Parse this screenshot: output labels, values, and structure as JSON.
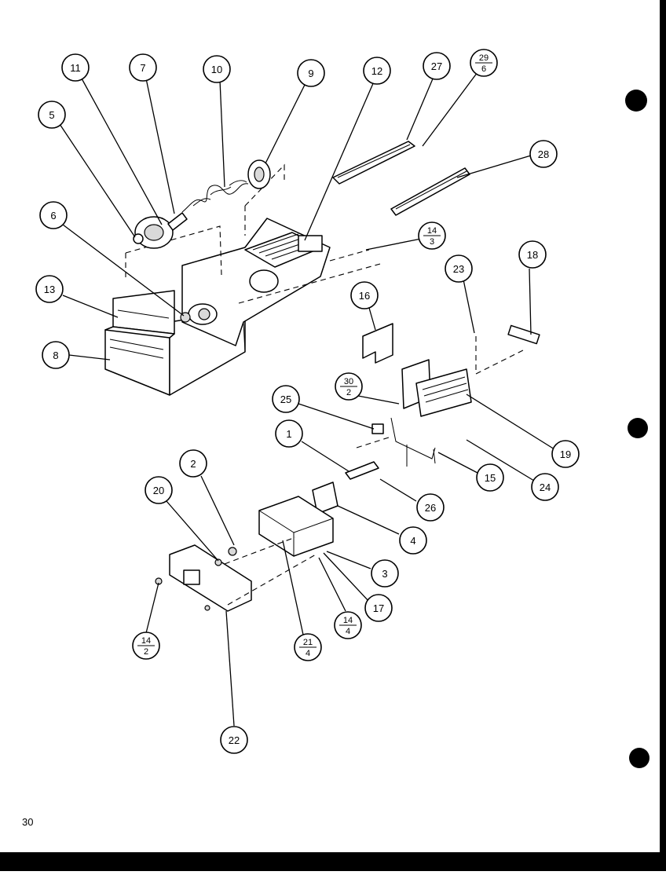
{
  "page_number": "30",
  "callouts": [
    {
      "id": "c11",
      "label": "11"
    },
    {
      "id": "c7",
      "label": "7"
    },
    {
      "id": "c10",
      "label": "10"
    },
    {
      "id": "c9",
      "label": "9"
    },
    {
      "id": "c12",
      "label": "12"
    },
    {
      "id": "c27",
      "label": "27"
    },
    {
      "id": "c29-6",
      "top": "29",
      "bottom": "6"
    },
    {
      "id": "c5",
      "label": "5"
    },
    {
      "id": "c28",
      "label": "28"
    },
    {
      "id": "c6",
      "label": "6"
    },
    {
      "id": "c14-3",
      "top": "14",
      "bottom": "3"
    },
    {
      "id": "c13",
      "label": "13"
    },
    {
      "id": "c18",
      "label": "18"
    },
    {
      "id": "c23",
      "label": "23"
    },
    {
      "id": "c16",
      "label": "16"
    },
    {
      "id": "c8",
      "label": "8"
    },
    {
      "id": "c30-2",
      "top": "30",
      "bottom": "2"
    },
    {
      "id": "c25",
      "label": "25"
    },
    {
      "id": "c1",
      "label": "1"
    },
    {
      "id": "c19",
      "label": "19"
    },
    {
      "id": "c15",
      "label": "15"
    },
    {
      "id": "c24",
      "label": "24"
    },
    {
      "id": "c2",
      "label": "2"
    },
    {
      "id": "c26",
      "label": "26"
    },
    {
      "id": "c20",
      "label": "20"
    },
    {
      "id": "c4",
      "label": "4"
    },
    {
      "id": "c3",
      "label": "3"
    },
    {
      "id": "c17",
      "label": "17"
    },
    {
      "id": "c14-4",
      "top": "14",
      "bottom": "4"
    },
    {
      "id": "c21-4",
      "top": "21",
      "bottom": "4"
    },
    {
      "id": "c14-2",
      "top": "14",
      "bottom": "2"
    },
    {
      "id": "c22",
      "label": "22"
    }
  ]
}
